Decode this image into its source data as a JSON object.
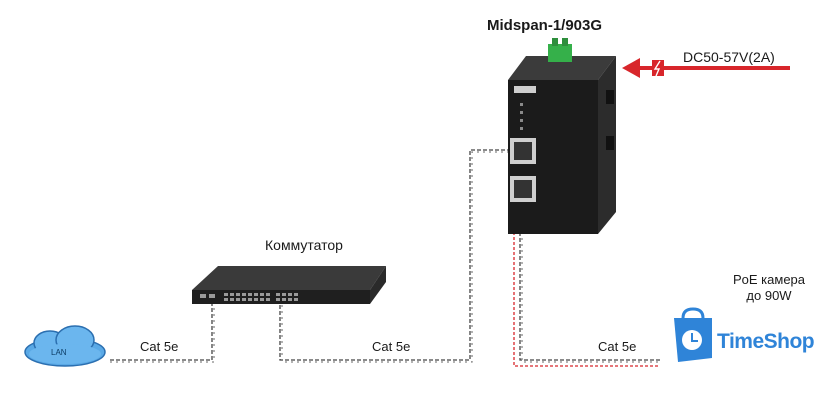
{
  "device": {
    "title": "Midspan-1/903G"
  },
  "power": {
    "label": "DC50-57V(2A)",
    "color": "#d8262b"
  },
  "switch": {
    "label": "Коммутатор"
  },
  "camera": {
    "line1": "PoE камера",
    "line2": "до 90W"
  },
  "cables": [
    "Cat 5e",
    "Cat 5e",
    "Cat 5e"
  ],
  "cloud": {
    "label": "LAN"
  },
  "brand": {
    "name": "TimeShop",
    "color": "#2f84d8"
  }
}
